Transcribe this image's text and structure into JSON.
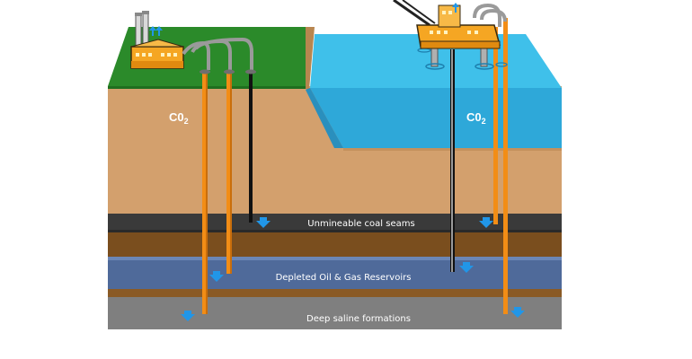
{
  "labels": {
    "co2_onshore": "C0",
    "co2_onshore_sub": "2",
    "co2_offshore": "C0",
    "co2_offshore_sub": "2",
    "coal": "Unmineable coal seams",
    "oil_gas": "Depleted Oil & Gas Reservoirs",
    "saline": "Deep saline formations"
  },
  "colors": {
    "grass": "#2b8a2a",
    "soil": "#d3a06d",
    "water_surface": "#3fc0ea",
    "water_body": "#2ea8d9",
    "coal": "#3a3a3a",
    "brown_band": "#7a4e1e",
    "reservoir": "#4f6a9a",
    "saline": "#7f7f7f",
    "pipe_orange": "#f28d16",
    "pipe_black": "#111111",
    "arrow_blue": "#2196e8"
  },
  "icons": [
    "factory-icon",
    "offshore-platform-icon",
    "down-arrow-icon"
  ]
}
